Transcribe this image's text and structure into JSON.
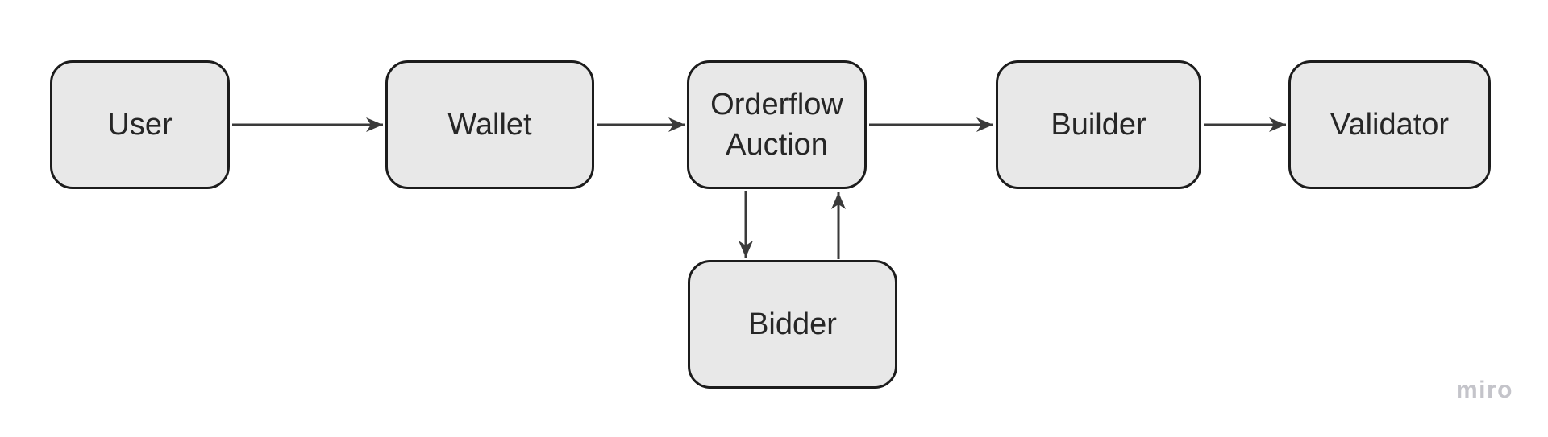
{
  "diagram": {
    "type": "flowchart",
    "nodes": [
      {
        "id": "user",
        "label": "User"
      },
      {
        "id": "wallet",
        "label": "Wallet"
      },
      {
        "id": "orderflow-auction",
        "label": "Orderflow Auction"
      },
      {
        "id": "builder",
        "label": "Builder"
      },
      {
        "id": "validator",
        "label": "Validator"
      },
      {
        "id": "bidder",
        "label": "Bidder"
      }
    ],
    "edges": [
      {
        "from": "User",
        "to": "Wallet",
        "direction": "right"
      },
      {
        "from": "Wallet",
        "to": "Orderflow Auction",
        "direction": "right"
      },
      {
        "from": "Orderflow Auction",
        "to": "Builder",
        "direction": "right"
      },
      {
        "from": "Builder",
        "to": "Validator",
        "direction": "right"
      },
      {
        "from": "Orderflow Auction",
        "to": "Bidder",
        "direction": "down"
      },
      {
        "from": "Bidder",
        "to": "Orderflow Auction",
        "direction": "up"
      }
    ],
    "colors": {
      "background": "#ffffff",
      "node_fill": "#e8e8e8",
      "node_border": "#1c1c1c",
      "node_text": "#262626",
      "arrow": "#3a3a3a",
      "watermark": "#c4c4ca"
    }
  },
  "watermark": {
    "label": "miro"
  }
}
